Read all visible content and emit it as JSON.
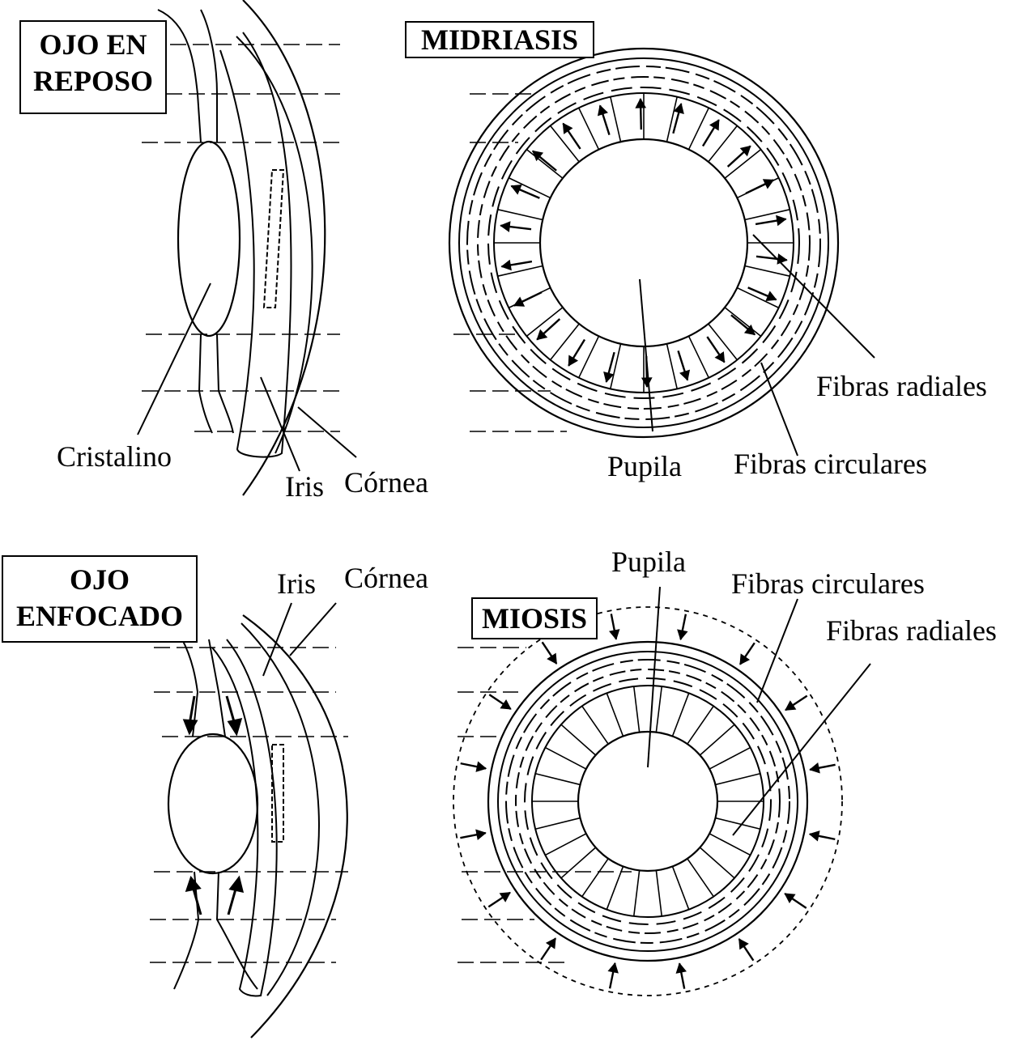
{
  "panels": {
    "rest_eye": {
      "title_line1": "OJO EN",
      "title_line2": "REPOSO",
      "lens_label": "Cristalino",
      "iris_label": "Iris",
      "cornea_label": "Córnea"
    },
    "mydriasis": {
      "title": "MIDRIASIS",
      "radial_label": "Fibras radiales",
      "pupil_label": "Pupila",
      "circular_label": "Fibras circulares"
    },
    "focused_eye": {
      "title_line1": "OJO",
      "title_line2": "ENFOCADO",
      "iris_label": "Iris",
      "cornea_label": "Córnea"
    },
    "miosis": {
      "title": "MIOSIS",
      "pupil_label": "Pupila",
      "circular_label": "Fibras circulares",
      "radial_label": "Fibras radiales"
    }
  },
  "style": {
    "ink": "#000000",
    "paper": "#ffffff"
  }
}
